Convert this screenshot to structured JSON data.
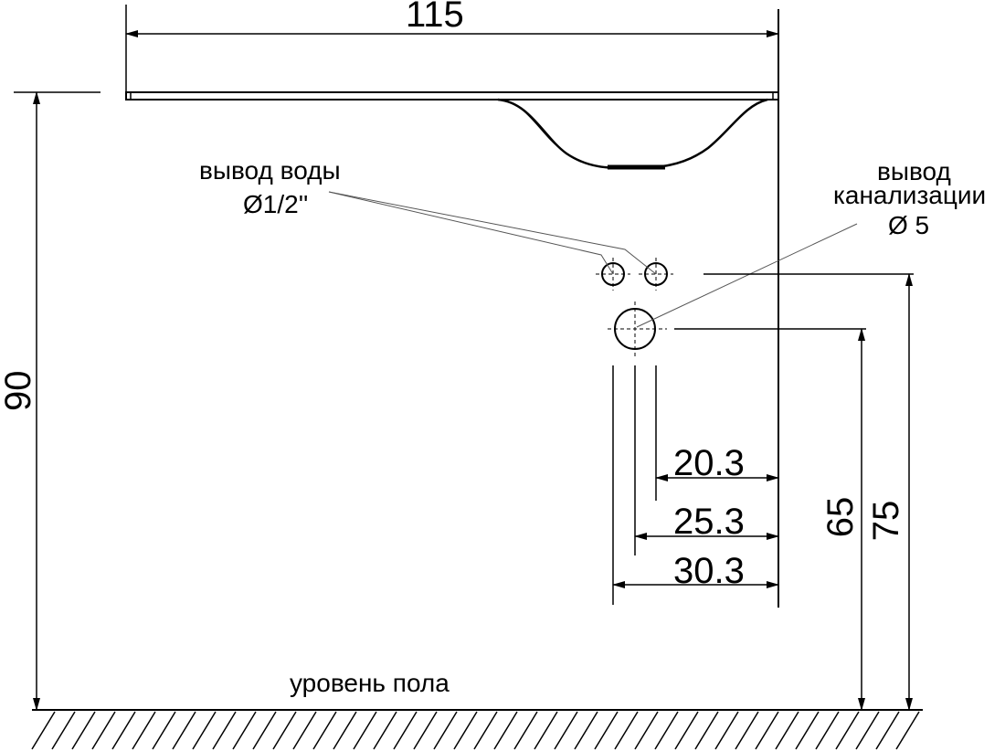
{
  "dimensions": {
    "width": "115",
    "height": "90",
    "left_pipe": "30.3",
    "middle_pipe": "25.3",
    "right_pipe": "20.3",
    "drain_height": "65",
    "water_height": "75"
  },
  "labels": {
    "water_outlet": "вывод воды",
    "water_outlet_size": "Ø1/2''",
    "drain_outlet_line1": "вывод",
    "drain_outlet_line2": "канализации",
    "drain_outlet_size": "Ø 5",
    "floor": "уровень пола"
  },
  "colors": {
    "line": "#000000",
    "leader": "#555555"
  }
}
